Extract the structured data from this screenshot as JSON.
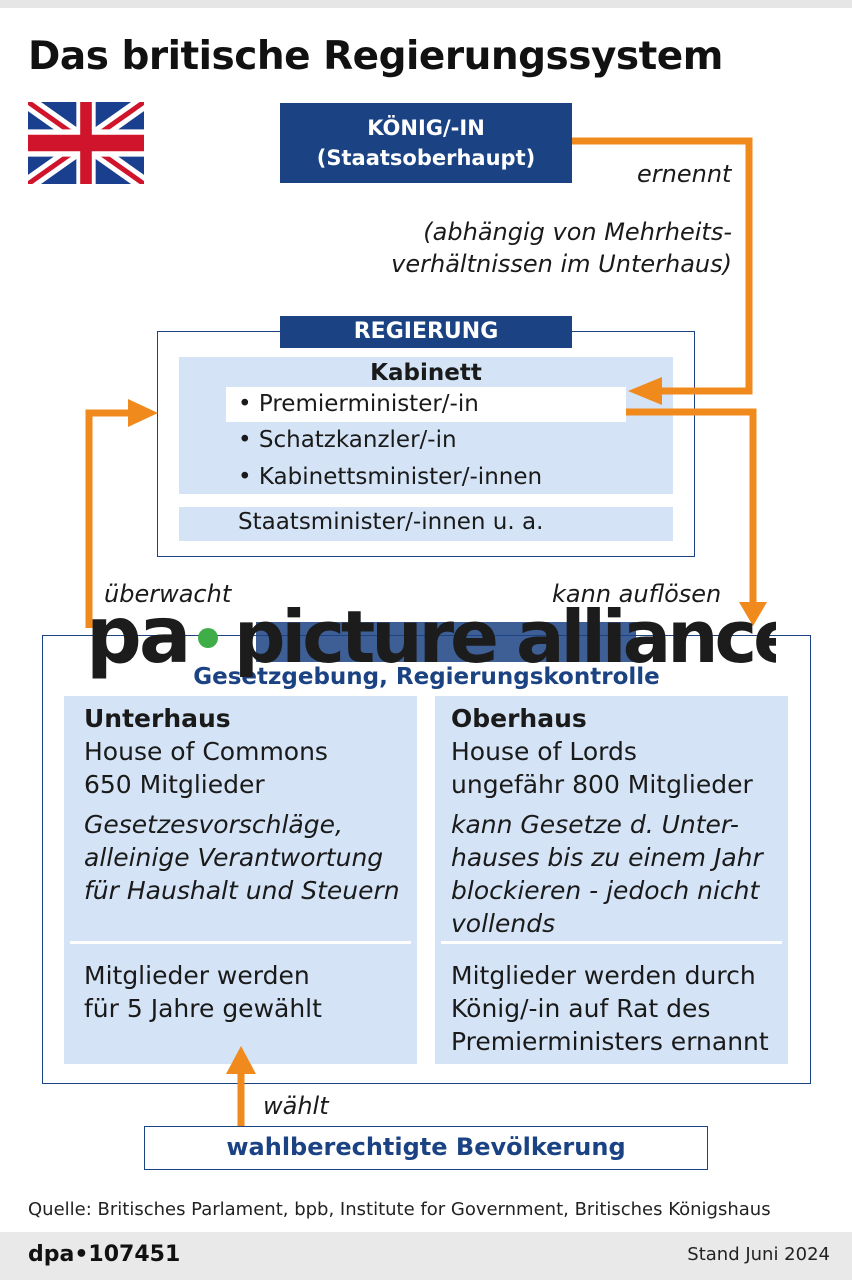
{
  "title": "Das britische Regierungssystem",
  "colors": {
    "navy": "#1b4384",
    "light_blue": "#d4e3f5",
    "orange": "#f08a1c"
  },
  "monarch": {
    "line1": "KÖNIG/-IN",
    "line2": "(Staatsoberhaupt)"
  },
  "appoints": {
    "label": "ernennt",
    "note_line1": "(abhängig von Mehrheits-",
    "note_line2": "verhältnissen im Unterhaus)"
  },
  "government": {
    "title": "REGIERUNG",
    "cabinet_title": "Kabinett",
    "members": [
      "• Premierminister/-in",
      "• Schatzkanzler/-in",
      "• Kabinettsminister/-innen"
    ],
    "other": "Staatsminister/-innen u. a."
  },
  "monitors_label": "überwacht",
  "dissolve_label": "kann auflösen",
  "parliament": {
    "subtitle": "Gesetzgebung, Regierungskontrolle",
    "lower": {
      "name": "Unterhaus",
      "english": "House of Commons",
      "members": "650 Mitglieder",
      "role": [
        "Gesetzesvorschläge,",
        "alleinige Verantwortung",
        "für Haushalt und Steuern"
      ],
      "election": [
        "Mitglieder werden",
        "für 5 Jahre gewählt"
      ]
    },
    "upper": {
      "name": "Oberhaus",
      "english": "House of Lords",
      "members": "ungefähr 800 Mitglieder",
      "role": [
        "kann Gesetze d. Unter-",
        "hauses bis zu einem Jahr",
        "blockieren - jedoch nicht",
        "vollends"
      ],
      "election": [
        "Mitglieder werden durch",
        "König/-in auf Rat des",
        "Premierministers ernannt"
      ]
    }
  },
  "elects_label": "wählt",
  "electorate": "wahlberechtigte Bevölkerung",
  "watermark": "pa picture alliance",
  "source": "Quelle: Britisches Parlament, bpb, Institute for Government, Britisches Königshaus",
  "footer": {
    "id": "dpa•107451",
    "date": "Stand Juni 2024"
  }
}
